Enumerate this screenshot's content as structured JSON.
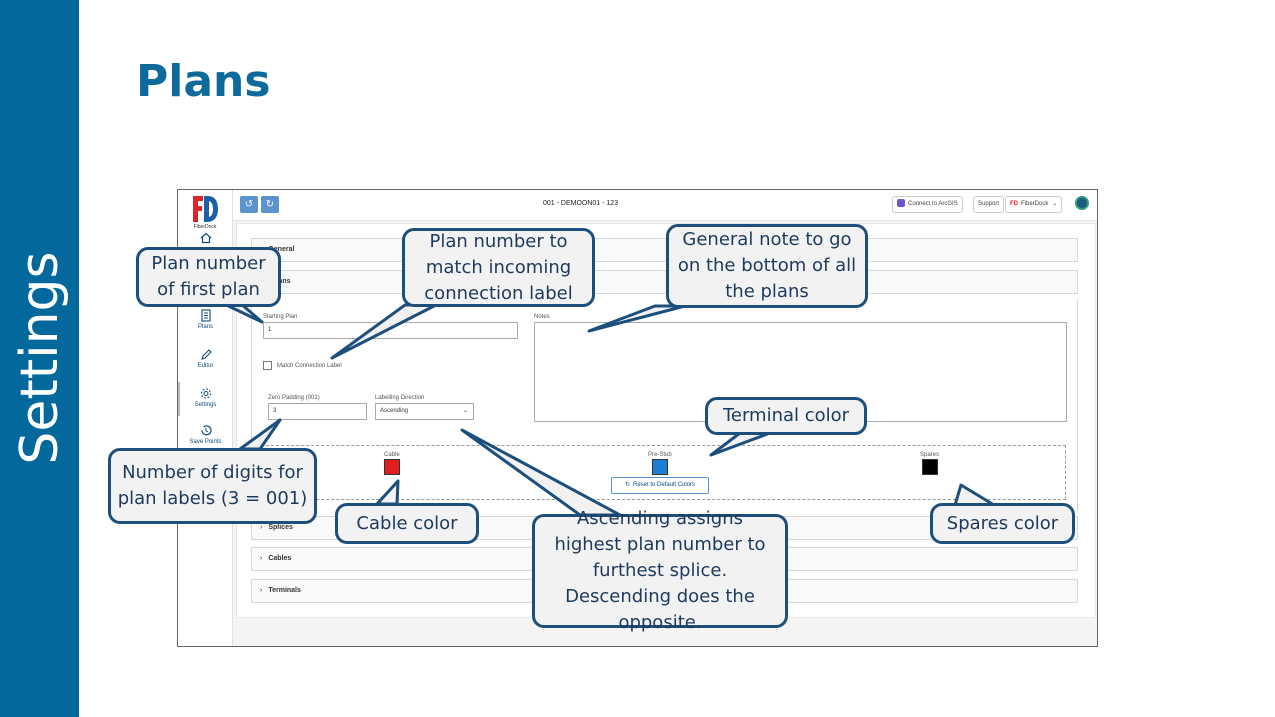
{
  "slide": {
    "side_label": "Settings",
    "title": "Plans"
  },
  "app": {
    "brand": "FiberDock",
    "nav": [
      {
        "label": "Plans",
        "icon": "document-icon"
      },
      {
        "label": "Editor",
        "icon": "pencil-icon"
      },
      {
        "label": "Settings",
        "icon": "gear-icon"
      },
      {
        "label": "Save Points",
        "icon": "history-icon"
      }
    ],
    "topbar": {
      "title": "001 - DEMOON01 - 123",
      "arcgis_label": "Connect to ArcGIS",
      "support_label": "Support",
      "account_label": "FiberDock"
    },
    "sections": {
      "general": "General",
      "plans": "Plans",
      "splices": "Splices",
      "cables": "Cables",
      "terminals": "Terminals"
    },
    "fields": {
      "starting_plan_label": "Starting Plan",
      "starting_plan_value": "1",
      "notes_label": "Notes",
      "match_connection_label": "Match Connection Label",
      "zero_padding_label": "Zero Padding (001)",
      "zero_padding_value": "3",
      "labelling_direction_label": "Labelling Direction",
      "labelling_direction_value": "Ascending"
    },
    "colors": {
      "cable_label": "Cable",
      "cable_color": "#e02020",
      "prestub_label": "Pre-Stub",
      "prestub_color": "#1a7fd4",
      "spares_label": "Spares",
      "spares_color": "#000000",
      "reset_label": "Reset to Default Colors"
    }
  },
  "callouts": {
    "first_plan": "Plan number of first plan",
    "match_incoming": "Plan number to match incoming connection label",
    "general_note": "General note to go on the bottom of all the plans",
    "terminal_color": "Terminal color",
    "digits": "Number of digits for plan labels (3 = 001)",
    "cable_color": "Cable color",
    "ascending": "Ascending assigns highest plan number to furthest splice.  Descending does the opposite.",
    "spares_color": "Spares color"
  },
  "theme": {
    "band_color": "#03689b",
    "title_color": "#0e6a9b",
    "callout_border": "#1d4f7c"
  }
}
